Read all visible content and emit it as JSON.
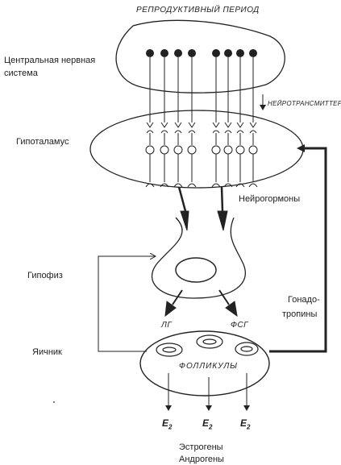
{
  "diagram": {
    "title": "РЕПРОДУКТИВНЫЙ ПЕРИОД",
    "left_labels": {
      "cns": "Центральная нервная система",
      "hypothalamus": "Гипоталамус",
      "pituitary": "Гипофиз",
      "ovary": "Яичник"
    },
    "flow_labels": {
      "neurotransmitters": "НЕЙРОТРАНСМИТТЕРЫ",
      "neurohormones": "Нейрогормоны",
      "gonadotropins_line1": "Гонадо-",
      "gonadotropins_line2": "тропины",
      "lh": "ЛГ",
      "fsh": "ФСГ",
      "follicles": "ФОЛЛИКУЛЫ"
    },
    "outputs": {
      "e2_symbol": "E",
      "e2_subscript": "2",
      "estrogens": "Эстрогены",
      "androgens": "Андрогены"
    }
  }
}
